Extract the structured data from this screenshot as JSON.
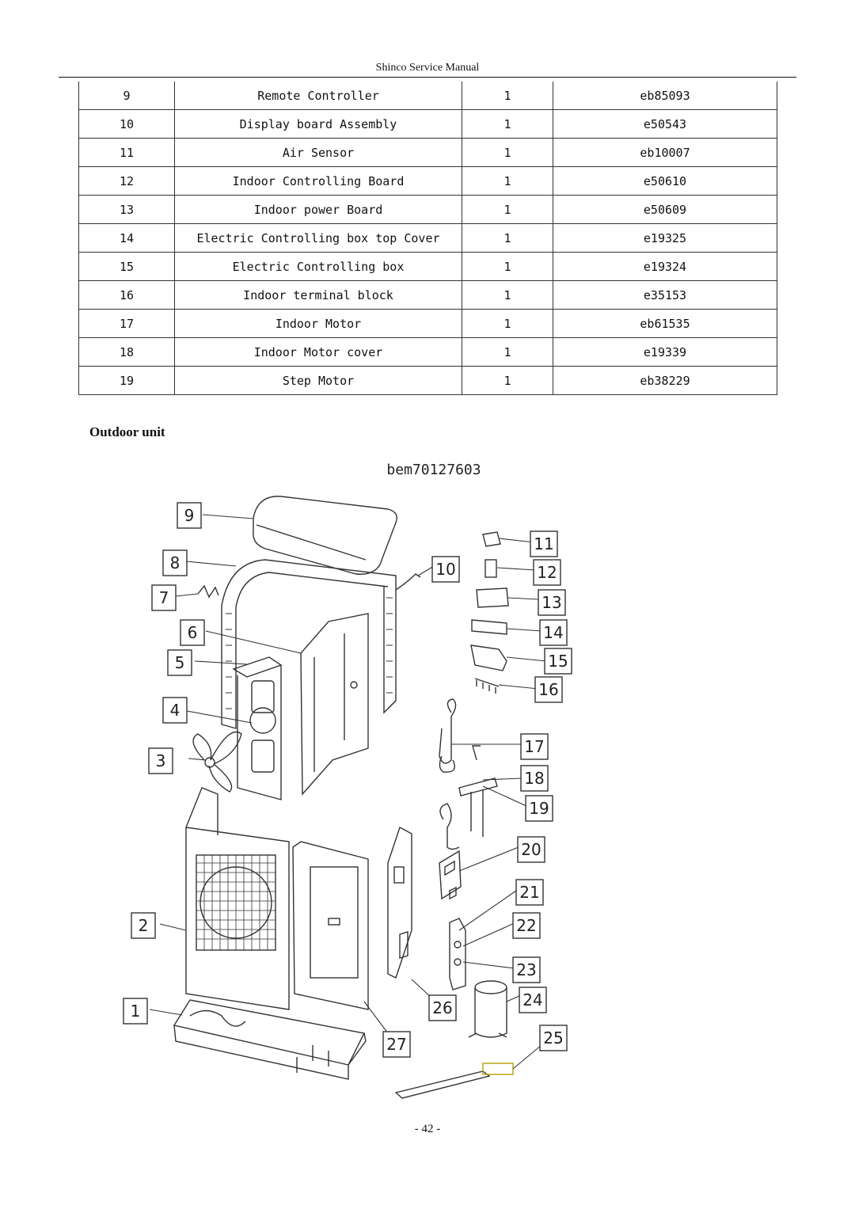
{
  "header": {
    "title": "Shinco Service Manual"
  },
  "parts_table": {
    "rows": [
      {
        "no": "9",
        "name": "Remote Controller",
        "qty": "1",
        "code": "eb85093"
      },
      {
        "no": "10",
        "name": "Display board Assembly",
        "qty": "1",
        "code": "e50543"
      },
      {
        "no": "11",
        "name": "Air Sensor",
        "qty": "1",
        "code": "eb10007"
      },
      {
        "no": "12",
        "name": "Indoor Controlling Board",
        "qty": "1",
        "code": "e50610"
      },
      {
        "no": "13",
        "name": "Indoor power Board",
        "qty": "1",
        "code": "e50609"
      },
      {
        "no": "14",
        "name": "Electric Controlling box top Cover",
        "qty": "1",
        "code": "e19325"
      },
      {
        "no": "15",
        "name": "Electric Controlling box",
        "qty": "1",
        "code": "e19324"
      },
      {
        "no": "16",
        "name": "Indoor terminal block",
        "qty": "1",
        "code": "e35153"
      },
      {
        "no": "17",
        "name": "Indoor Motor",
        "qty": "1",
        "code": "eb61535"
      },
      {
        "no": "18",
        "name": "Indoor Motor cover",
        "qty": "1",
        "code": "e19339"
      },
      {
        "no": "19",
        "name": "Step Motor",
        "qty": "1",
        "code": "eb38229"
      }
    ]
  },
  "section": {
    "title": "Outdoor unit"
  },
  "diagram": {
    "model_code": "bem70127603",
    "callouts": [
      "1",
      "2",
      "3",
      "4",
      "5",
      "6",
      "7",
      "8",
      "9",
      "10",
      "11",
      "12",
      "13",
      "14",
      "15",
      "16",
      "17",
      "18",
      "19",
      "20",
      "21",
      "22",
      "23",
      "24",
      "25",
      "26",
      "27"
    ]
  },
  "footer": {
    "page_number": "- 42 -"
  }
}
